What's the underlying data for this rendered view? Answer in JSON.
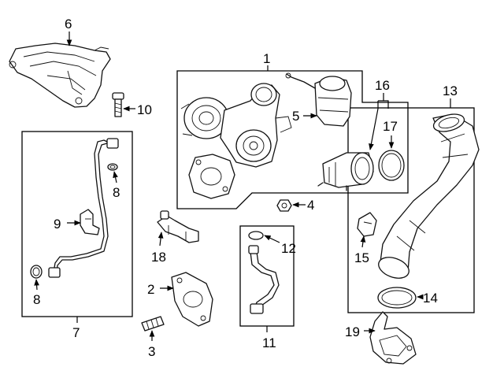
{
  "callouts": {
    "c1": "1",
    "c2": "2",
    "c3": "3",
    "c4": "4",
    "c5": "5",
    "c6": "6",
    "c7": "7",
    "c8a": "8",
    "c8b": "8",
    "c9": "9",
    "c10": "10",
    "c11": "11",
    "c12": "12",
    "c13": "13",
    "c14": "14",
    "c15": "15",
    "c16": "16",
    "c17": "17",
    "c18": "18",
    "c19": "19"
  },
  "colors": {
    "line": "#111111",
    "background": "#ffffff"
  }
}
